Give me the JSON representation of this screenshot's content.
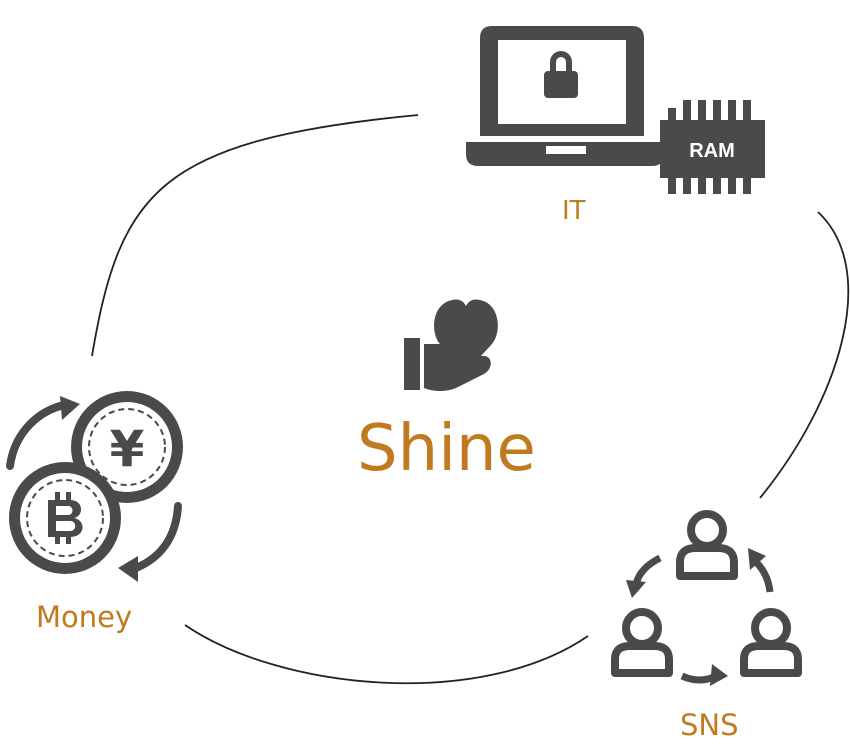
{
  "center": {
    "title": "Shine",
    "icon": "hand-holding-heart-icon"
  },
  "nodes": [
    {
      "id": "it",
      "label": "IT",
      "icons": [
        "laptop-lock-icon",
        "ram-chip-icon"
      ],
      "chip_text": "RAM"
    },
    {
      "id": "money",
      "label": "Money",
      "icons": [
        "currency-exchange-icon",
        "yen-coin-icon",
        "bitcoin-coin-icon"
      ],
      "yen_symbol": "¥"
    },
    {
      "id": "sns",
      "label": "SNS",
      "icons": [
        "social-network-users-icon"
      ]
    }
  ],
  "colors": {
    "icon": "#4a4a4a",
    "label": "#c17a1f",
    "line": "#222222"
  }
}
